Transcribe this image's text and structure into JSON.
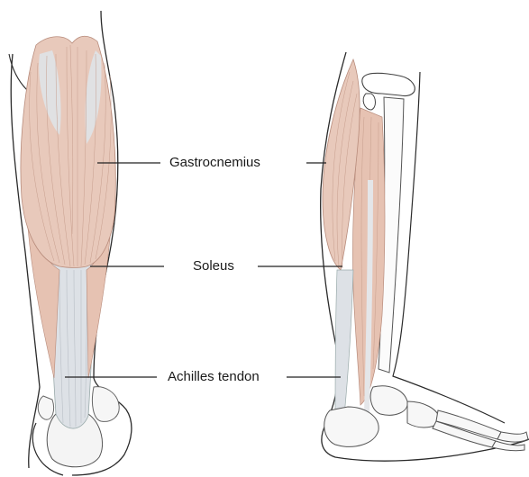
{
  "diagram": {
    "labels": [
      {
        "id": "gastrocnemius",
        "text": "Gastrocnemius"
      },
      {
        "id": "soleus",
        "text": "Soleus"
      },
      {
        "id": "achilles",
        "text": "Achilles tendon"
      }
    ]
  },
  "colors": {
    "muscle": "#e8c9bb",
    "muscle_shadow": "#d7ab98",
    "tendon": "#d9dde2",
    "outline": "#2a2a2a",
    "fiber": "#b88c7c"
  }
}
